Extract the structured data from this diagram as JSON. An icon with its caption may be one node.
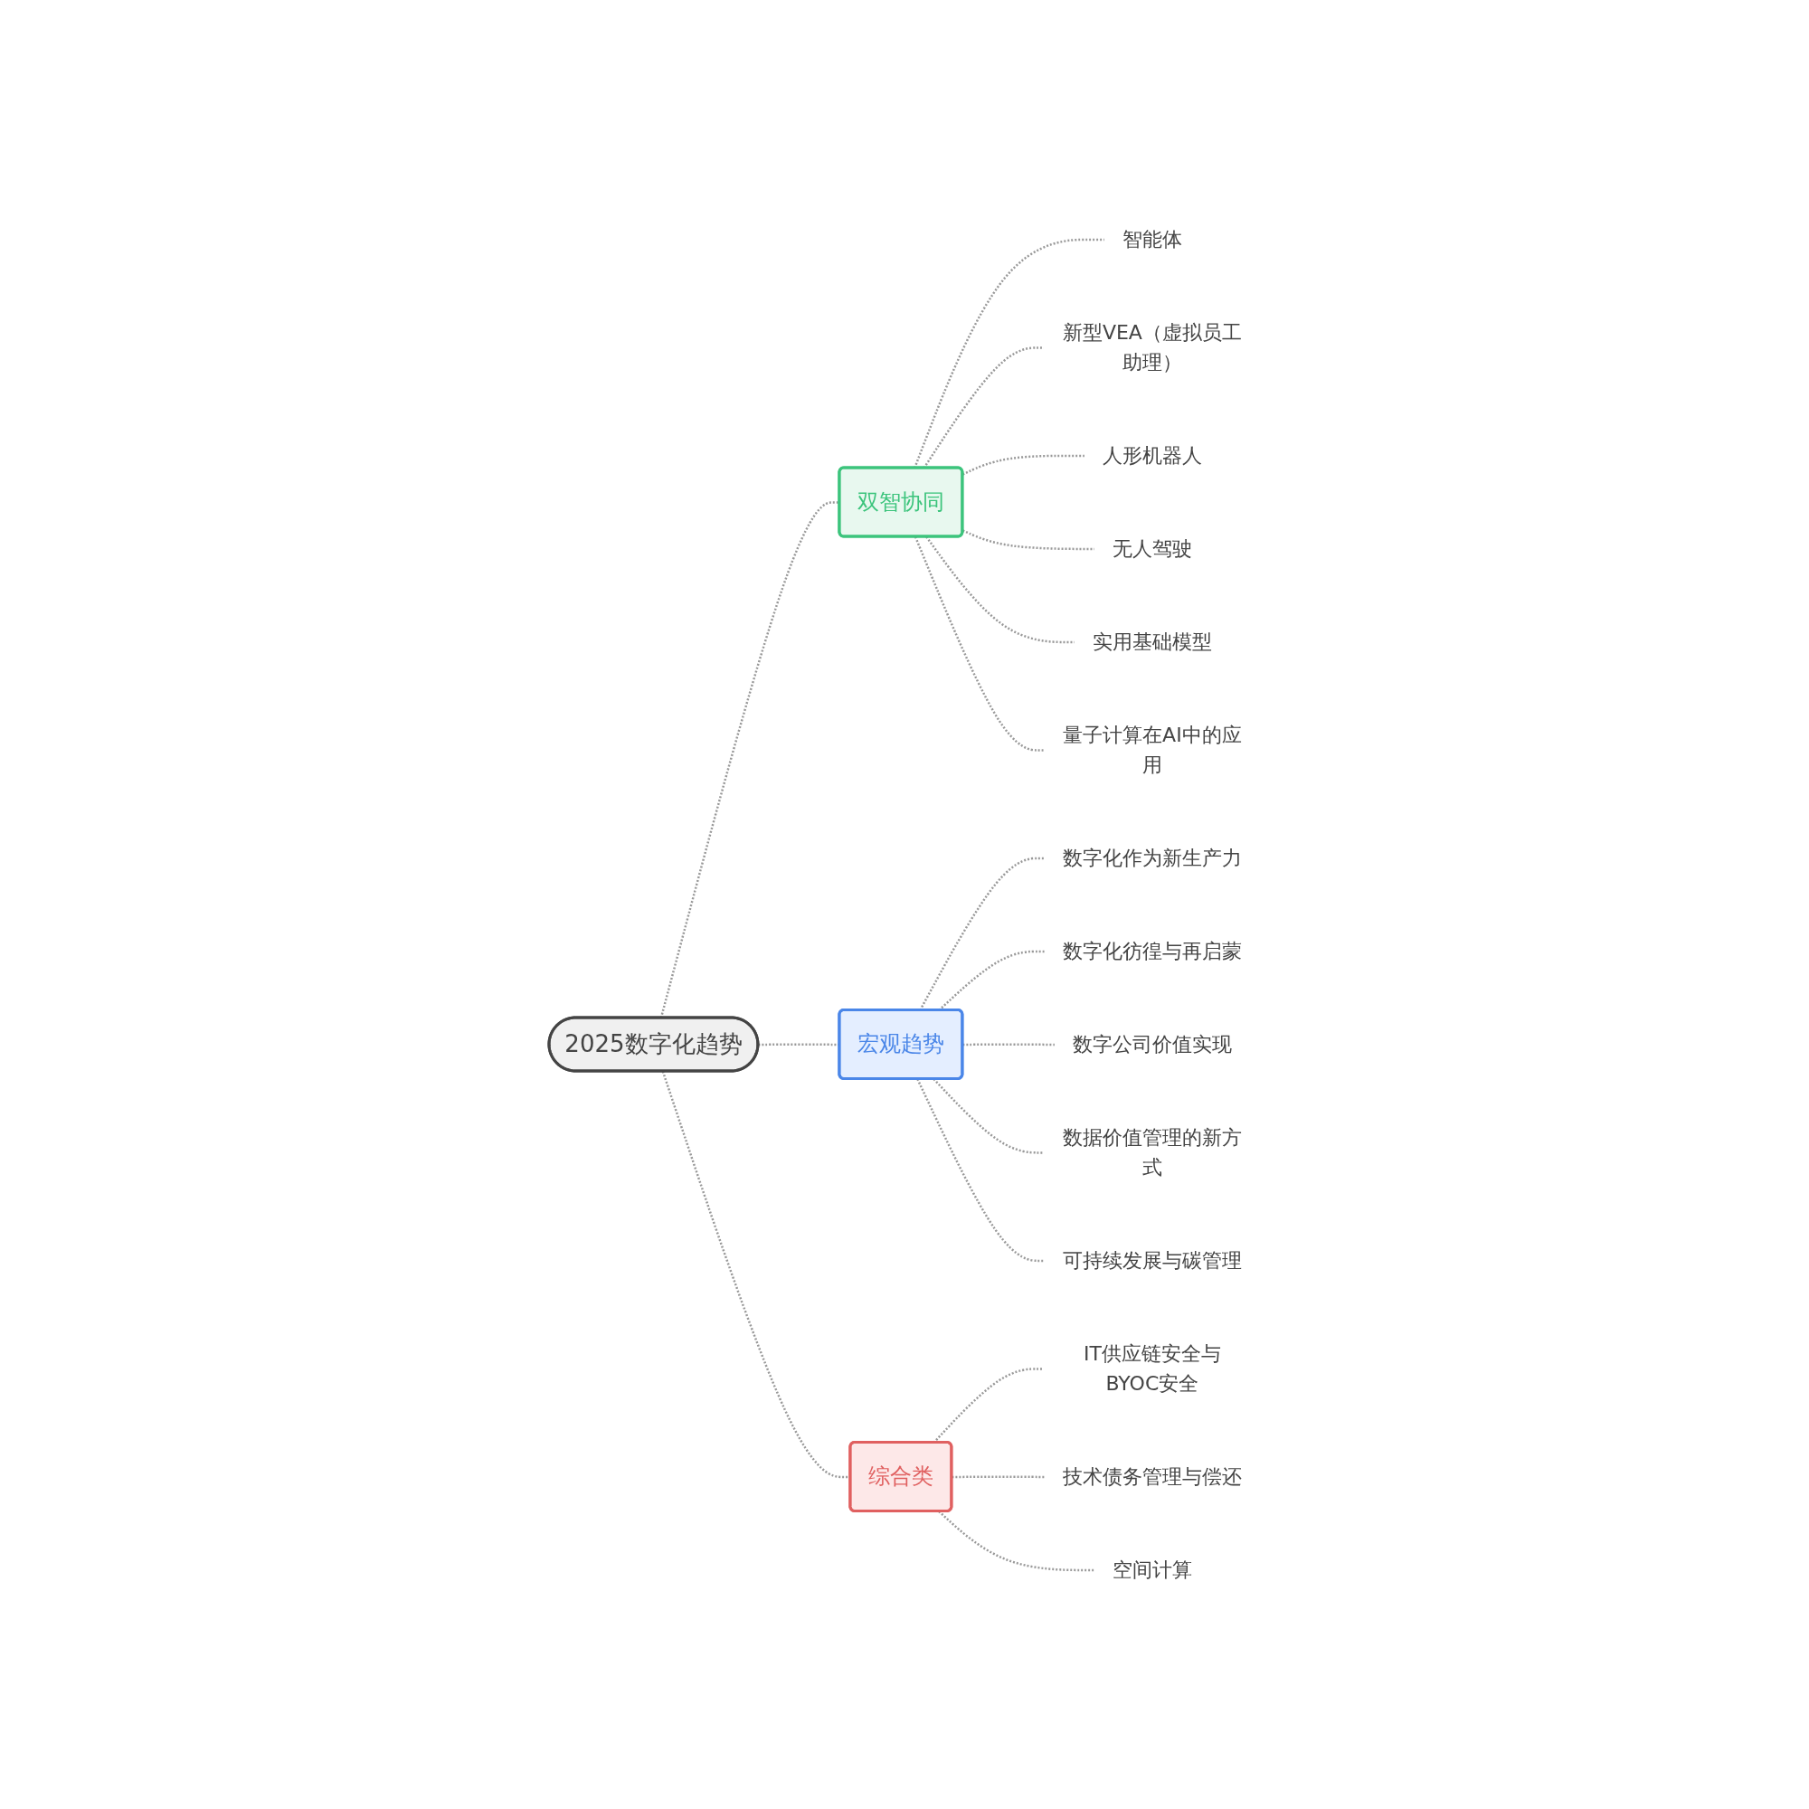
{
  "diagram": {
    "nodes": [
      {
        "text": [
          "2025数字化趋势"
        ]
      },
      {
        "text": [
          "双智协同"
        ]
      },
      {
        "text": [
          "智能体"
        ]
      },
      {
        "text": [
          "新型VEA（虚拟员工助理）"
        ]
      },
      {
        "text": [
          "人形机器人"
        ]
      },
      {
        "text": [
          "无人驾驶"
        ]
      },
      {
        "text": [
          "实用基础模型"
        ]
      },
      {
        "text": [
          "量子计算在AI中的应用"
        ]
      },
      {
        "text": [
          "宏观趋势"
        ]
      },
      {
        "text": [
          "数字化作为新生产力"
        ]
      },
      {
        "text": [
          "数字化彷徨与再启蒙"
        ]
      },
      {
        "text": [
          "数字公司价值实现"
        ]
      },
      {
        "text": [
          "数据价值管理的新方式"
        ]
      },
      {
        "text": [
          "可持续发展与碳管理"
        ]
      },
      {
        "text": [
          "综合类"
        ]
      },
      {
        "text": [
          "IT供应链安全与BYOC安全"
        ]
      },
      {
        "text": [
          "技术债务管理与偿还"
        ]
      },
      {
        "text": [
          "空间计算"
        ]
      }
    ],
    "edges": [
      {
        "from": 0,
        "to": 1,
        "arrow": "none",
        "style": "dashed"
      },
      {
        "from": 0,
        "to": 8,
        "arrow": "none",
        "style": "dashed"
      },
      {
        "from": 0,
        "to": 14,
        "arrow": "none",
        "style": "dashed"
      },
      {
        "from": 1,
        "to": 2,
        "arrow": "none",
        "style": "dashed"
      },
      {
        "from": 1,
        "to": 3,
        "arrow": "none",
        "style": "dashed"
      },
      {
        "from": 1,
        "to": 4,
        "arrow": "none",
        "style": "dashed"
      },
      {
        "from": 1,
        "to": 5,
        "arrow": "none",
        "style": "dashed"
      },
      {
        "from": 1,
        "to": 6,
        "arrow": "none",
        "style": "dashed"
      },
      {
        "from": 1,
        "to": 7,
        "arrow": "none",
        "style": "dashed"
      },
      {
        "from": 8,
        "to": 9,
        "arrow": "none",
        "style": "dashed"
      },
      {
        "from": 8,
        "to": 10,
        "arrow": "none",
        "style": "dashed"
      },
      {
        "from": 8,
        "to": 11,
        "arrow": "none",
        "style": "dashed"
      },
      {
        "from": 8,
        "to": 12,
        "arrow": "none",
        "style": "dashed"
      },
      {
        "from": 8,
        "to": 13,
        "arrow": "none",
        "style": "dashed"
      },
      {
        "from": 14,
        "to": 15,
        "arrow": "none",
        "style": "dashed"
      },
      {
        "from": 14,
        "to": 16,
        "arrow": "none",
        "style": "dashed"
      },
      {
        "from": 14,
        "to": 17,
        "arrow": "none",
        "style": "dashed"
      }
    ]
  }
}
